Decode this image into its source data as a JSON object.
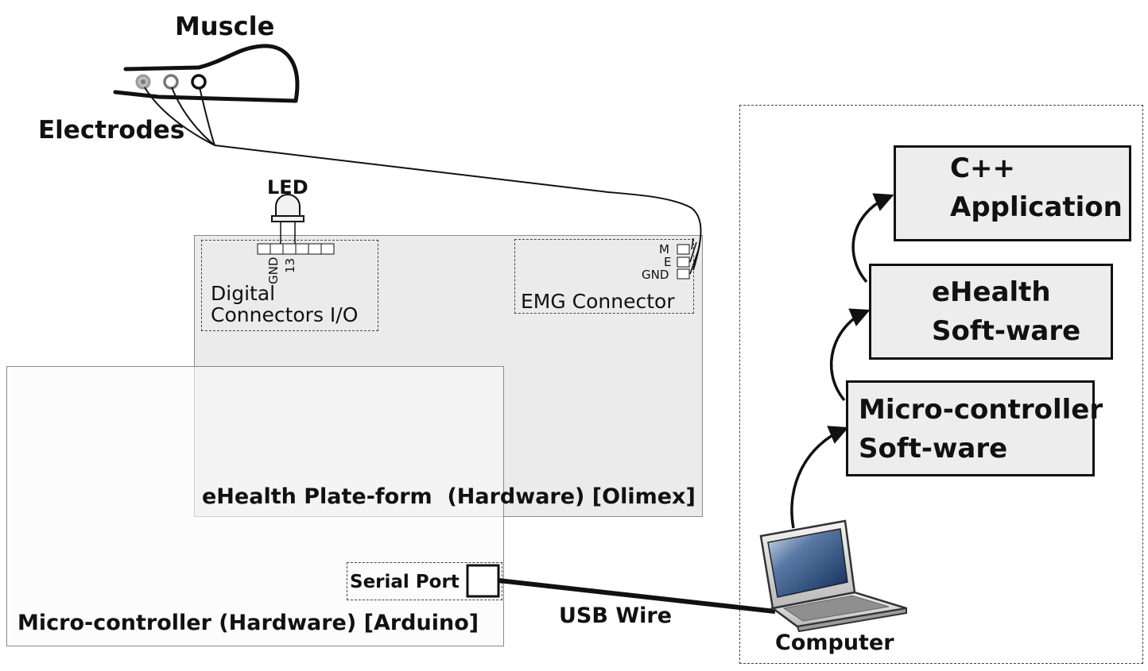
{
  "muscle": {
    "label": "Muscle"
  },
  "electrodes": {
    "label": "Electrodes"
  },
  "led": {
    "label": "LED"
  },
  "digital_connectors": {
    "pin_gnd": "GND",
    "pin_13": "13",
    "label_line1": "Digital",
    "label_line2": "Connectors I/O"
  },
  "emg_connector": {
    "pin_m": "M",
    "pin_e": "E",
    "pin_gnd": "GND",
    "label": "EMG Connector"
  },
  "ehealth_platform": {
    "label": "eHealth Plate-form  (Hardware) [Olimex]"
  },
  "microcontroller_hw": {
    "label": "Micro-controller (Hardware) [Arduino]"
  },
  "serial_port": {
    "label": "Serial Port"
  },
  "usb_wire": {
    "label": "USB Wire"
  },
  "computer": {
    "label": "Computer"
  },
  "software_stack": {
    "microcontroller_software": {
      "line1": "Micro-controller",
      "line2": "Soft-ware"
    },
    "ehealth_software": {
      "line1": "eHealth",
      "line2": "Soft-ware"
    },
    "cpp_application": {
      "line1": "C++",
      "line2": "Application"
    }
  }
}
